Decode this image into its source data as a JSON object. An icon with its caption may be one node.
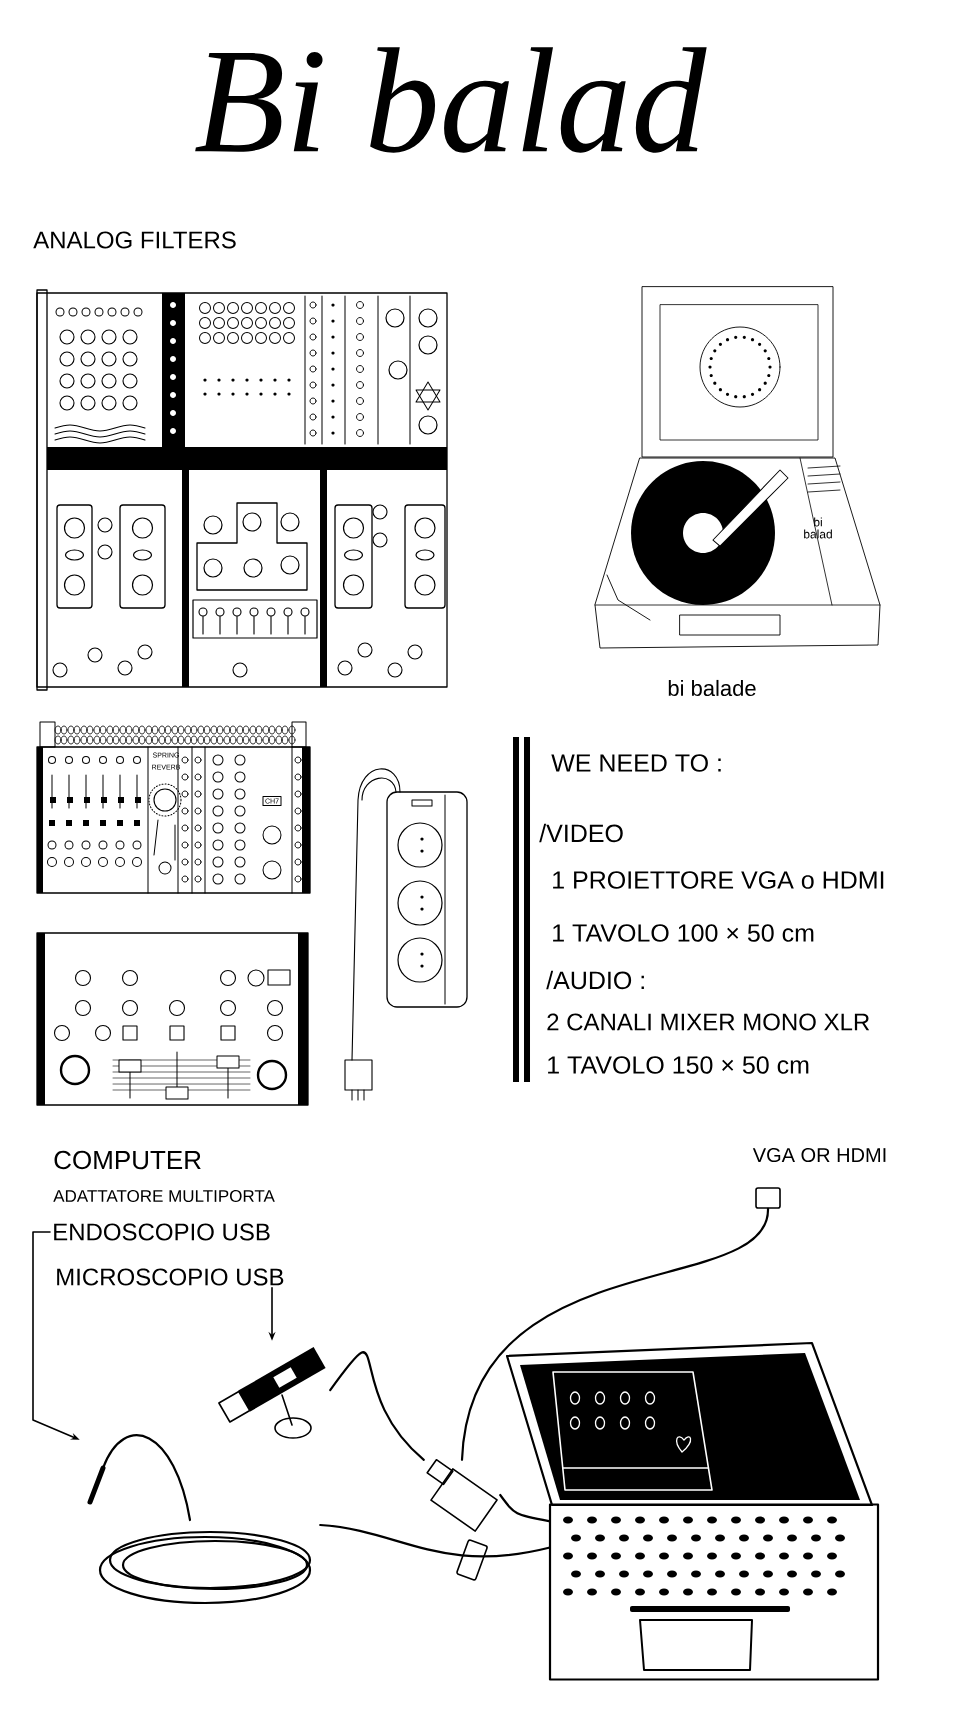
{
  "diagram": {
    "title": "Bi balad",
    "nodes": [
      {
        "text": [
          "ENDOSCOPIO USB"
        ]
      },
      {
        "text": [
          "MICROSCOPIO USB"
        ]
      },
      {
        "text": [],
        "shape": "box",
        "beside": [
          "VGA OR HDMI"
        ]
      },
      {
        "text": [],
        "shape": "picture"
      },
      {
        "text": [],
        "shape": "picture"
      },
      {
        "text": [],
        "shape": "picture"
      },
      {
        "text": [],
        "shape": "picture"
      }
    ],
    "edges": [
      {
        "from": 0,
        "to": 6,
        "arrow": "to"
      },
      {
        "from": 1,
        "to": 3,
        "arrow": "to"
      },
      {
        "from": 3,
        "to": 4,
        "arrow": "none"
      },
      {
        "from": 2,
        "to": 4,
        "arrow": "none"
      },
      {
        "from": 4,
        "to": 5,
        "arrow": "none"
      },
      {
        "from": 6,
        "to": 5,
        "arrow": "none"
      }
    ],
    "labels": [
      "ANALOG FILTERS",
      "SPRING REVERB",
      "CH7",
      "bi balad",
      "bi balade",
      "WE NEED TO :",
      "/VIDEO",
      "1 PROIETTORE VGA o HDMI",
      "1 TAVOLO 100 × 50 cm",
      "/AUDIO :",
      "2 CANALI MIXER MONO XLR",
      "1 TAVOLO 150 × 50 cm",
      "COMPUTER",
      "ADATTATORE MULTIPORTA"
    ]
  }
}
